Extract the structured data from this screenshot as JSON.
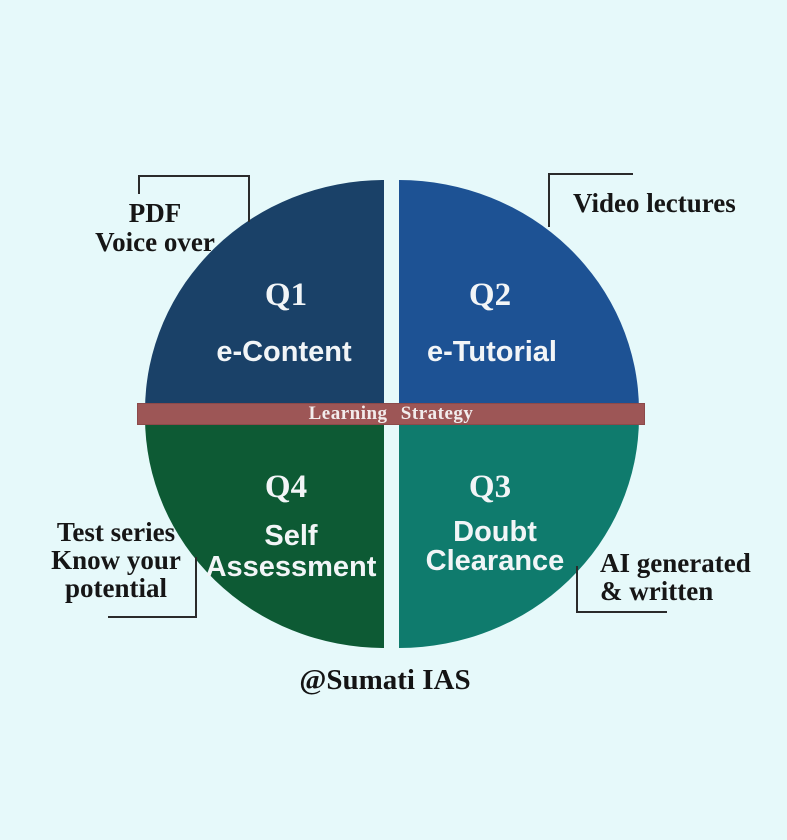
{
  "colors": {
    "background": "#e6f9fa",
    "q1": "#1a4168",
    "q2": "#1d5294",
    "q3": "#0f7b6d",
    "q4": "#0d5a34",
    "band": "#9d5656"
  },
  "band": {
    "label": "Learning Strategy"
  },
  "quadrants": {
    "q1": {
      "id": "Q1",
      "name": "e-Content"
    },
    "q2": {
      "id": "Q2",
      "name": "e-Tutorial"
    },
    "q3": {
      "id": "Q3",
      "name_line1": "Doubt",
      "name_line2": "Clearance"
    },
    "q4": {
      "id": "Q4",
      "name_line1": "Self",
      "name_line2": "Assessment"
    }
  },
  "annotations": {
    "q1_note": {
      "line1": "PDF",
      "line2": "Voice over"
    },
    "q2_note": {
      "line1": "Video lectures"
    },
    "q3_note": {
      "line1": "AI generated",
      "line2": "& written"
    },
    "q4_note": {
      "line1": "Test series",
      "line2": "Know your",
      "line3": "potential"
    }
  },
  "footer": {
    "handle": "@Sumati IAS"
  }
}
